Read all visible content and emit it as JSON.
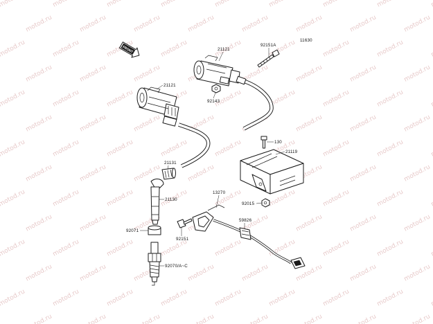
{
  "diagram": {
    "id_code": "11630",
    "front_badge": "FRONT",
    "watermark_text": "motod.ru"
  },
  "parts": [
    {
      "code": "21121"
    },
    {
      "code": "21121"
    },
    {
      "code": "92151A"
    },
    {
      "code": "92143"
    },
    {
      "code": "130"
    },
    {
      "code": "21119"
    },
    {
      "code": "21131"
    },
    {
      "code": "21130"
    },
    {
      "code": "13270"
    },
    {
      "code": "92015"
    },
    {
      "code": "59826"
    },
    {
      "code": "92071"
    },
    {
      "code": "92151"
    },
    {
      "code": "92070/A~C"
    }
  ],
  "colors": {
    "ink": "#1a1a1a",
    "watermark": "#e7c9c9",
    "background": "#ffffff"
  }
}
